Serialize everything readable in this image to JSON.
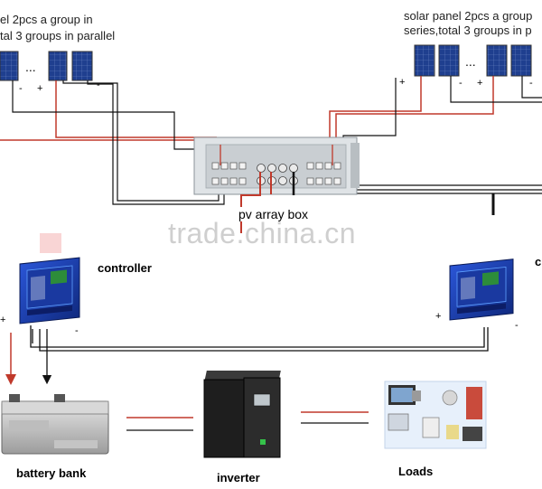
{
  "captions": {
    "left_line1": "el 2pcs a group in",
    "left_line2": "tal 3 groups in parallel",
    "right_line1": "solar panel 2pcs a group",
    "right_line2": "series,total 3 groups in p"
  },
  "labels": {
    "controller": "controller",
    "controller_right": "c",
    "pv_array_box": "pv array box",
    "battery_bank": "battery bank",
    "inverter": "inverter",
    "loads": "Loads",
    "watermark": "trade.china.cn",
    "ellipsis": "..."
  },
  "signs": {
    "plus": "+",
    "minus": "-"
  },
  "colors": {
    "positive_wire": "#c0392b",
    "negative_wire": "#111111",
    "panel_blue": "#1f3f8f",
    "controller_blue": "#1b3ca8",
    "box_gray": "#d9dde0"
  }
}
